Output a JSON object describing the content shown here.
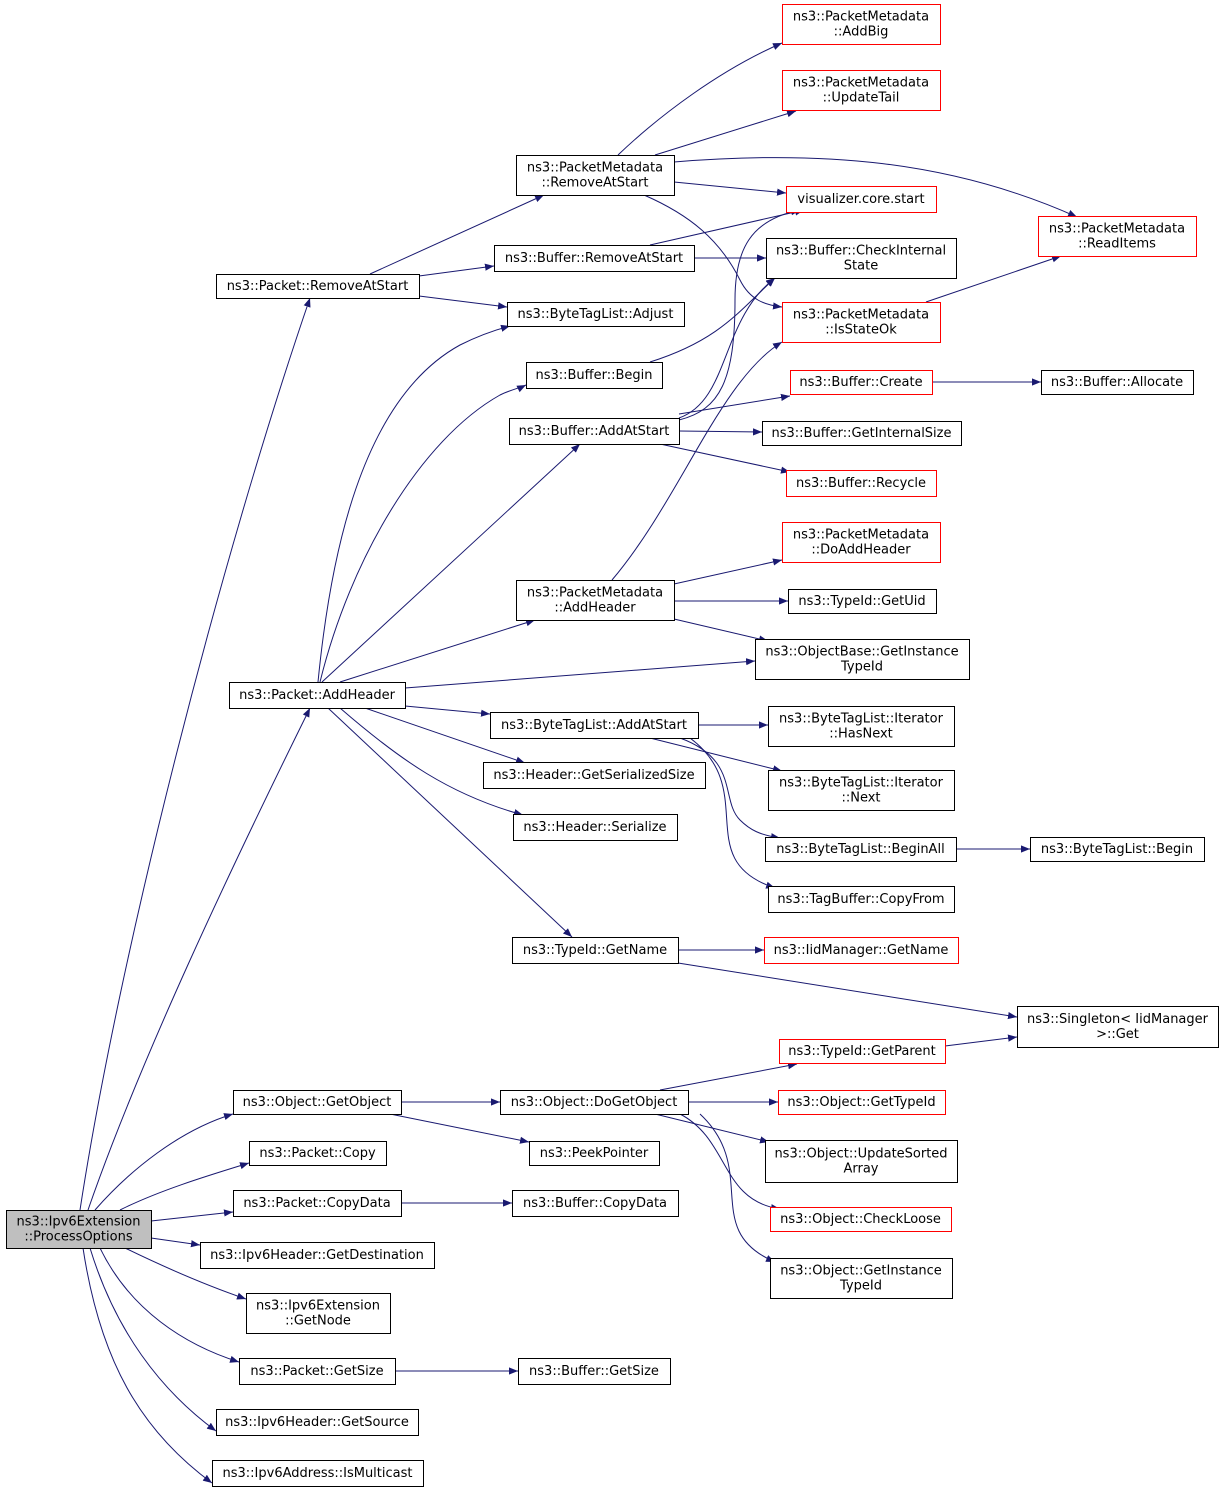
{
  "graph": {
    "edge_color": "#191970",
    "truncated_border_color": "#ff0000",
    "root_fill": "#bfbfbf",
    "nodes": [
      {
        "id": "ProcessOptions",
        "lines": [
          "ns3::Ipv6Extension",
          "::ProcessOptions"
        ],
        "root": true
      },
      {
        "id": "Packet_RemoveAtStart",
        "lines": [
          "ns3::Packet::RemoveAtStart"
        ]
      },
      {
        "id": "PM_RemoveAtStart",
        "lines": [
          "ns3::PacketMetadata",
          "::RemoveAtStart"
        ]
      },
      {
        "id": "PM_AddBig",
        "lines": [
          "ns3::PacketMetadata",
          "::AddBig"
        ],
        "truncated": true
      },
      {
        "id": "PM_UpdateTail",
        "lines": [
          "ns3::PacketMetadata",
          "::UpdateTail"
        ],
        "truncated": true
      },
      {
        "id": "viz_start",
        "lines": [
          "visualizer.core.start"
        ],
        "truncated": true
      },
      {
        "id": "PM_ReadItems",
        "lines": [
          "ns3::PacketMetadata",
          "::ReadItems"
        ],
        "truncated": true
      },
      {
        "id": "Buffer_RemoveAtStart",
        "lines": [
          "ns3::Buffer::RemoveAtStart"
        ]
      },
      {
        "id": "Buffer_CheckInternalState",
        "lines": [
          "ns3::Buffer::CheckInternal",
          "State"
        ]
      },
      {
        "id": "BTL_Adjust",
        "lines": [
          "ns3::ByteTagList::Adjust"
        ]
      },
      {
        "id": "PM_IsStateOk",
        "lines": [
          "ns3::PacketMetadata",
          "::IsStateOk"
        ],
        "truncated": true
      },
      {
        "id": "Buffer_Begin",
        "lines": [
          "ns3::Buffer::Begin"
        ]
      },
      {
        "id": "Buffer_Create",
        "lines": [
          "ns3::Buffer::Create"
        ],
        "truncated": true
      },
      {
        "id": "Buffer_Allocate",
        "lines": [
          "ns3::Buffer::Allocate"
        ]
      },
      {
        "id": "Buffer_AddAtStart",
        "lines": [
          "ns3::Buffer::AddAtStart"
        ]
      },
      {
        "id": "Buffer_GetInternalSize",
        "lines": [
          "ns3::Buffer::GetInternalSize"
        ]
      },
      {
        "id": "Buffer_Recycle",
        "lines": [
          "ns3::Buffer::Recycle"
        ],
        "truncated": true
      },
      {
        "id": "PM_DoAddHeader",
        "lines": [
          "ns3::PacketMetadata",
          "::DoAddHeader"
        ],
        "truncated": true
      },
      {
        "id": "PM_AddHeader",
        "lines": [
          "ns3::PacketMetadata",
          "::AddHeader"
        ]
      },
      {
        "id": "TypeId_GetUid",
        "lines": [
          "ns3::TypeId::GetUid"
        ]
      },
      {
        "id": "OB_GetInstanceTypeId",
        "lines": [
          "ns3::ObjectBase::GetInstance",
          "TypeId"
        ]
      },
      {
        "id": "Packet_AddHeader",
        "lines": [
          "ns3::Packet::AddHeader"
        ]
      },
      {
        "id": "BTL_AddAtStart",
        "lines": [
          "ns3::ByteTagList::AddAtStart"
        ]
      },
      {
        "id": "BTLI_HasNext",
        "lines": [
          "ns3::ByteTagList::Iterator",
          "::HasNext"
        ]
      },
      {
        "id": "Header_GetSerializedSize",
        "lines": [
          "ns3::Header::GetSerializedSize"
        ]
      },
      {
        "id": "BTLI_Next",
        "lines": [
          "ns3::ByteTagList::Iterator",
          "::Next"
        ]
      },
      {
        "id": "Header_Serialize",
        "lines": [
          "ns3::Header::Serialize"
        ]
      },
      {
        "id": "BTL_BeginAll",
        "lines": [
          "ns3::ByteTagList::BeginAll"
        ]
      },
      {
        "id": "BTL_Begin",
        "lines": [
          "ns3::ByteTagList::Begin"
        ]
      },
      {
        "id": "TagBuffer_CopyFrom",
        "lines": [
          "ns3::TagBuffer::CopyFrom"
        ]
      },
      {
        "id": "TypeId_GetName",
        "lines": [
          "ns3::TypeId::GetName"
        ]
      },
      {
        "id": "IidManager_GetName",
        "lines": [
          "ns3::IidManager::GetName"
        ],
        "truncated": true
      },
      {
        "id": "Singleton_Get",
        "lines": [
          "ns3::Singleton< IidManager",
          ">::Get"
        ]
      },
      {
        "id": "TypeId_GetParent",
        "lines": [
          "ns3::TypeId::GetParent"
        ],
        "truncated": true
      },
      {
        "id": "Object_GetObject",
        "lines": [
          "ns3::Object::GetObject"
        ]
      },
      {
        "id": "Object_DoGetObject",
        "lines": [
          "ns3::Object::DoGetObject"
        ]
      },
      {
        "id": "Object_GetTypeId",
        "lines": [
          "ns3::Object::GetTypeId"
        ],
        "truncated": true
      },
      {
        "id": "Packet_Copy",
        "lines": [
          "ns3::Packet::Copy"
        ]
      },
      {
        "id": "PeekPointer",
        "lines": [
          "ns3::PeekPointer"
        ]
      },
      {
        "id": "Object_UpdateSortedArray",
        "lines": [
          "ns3::Object::UpdateSorted",
          "Array"
        ]
      },
      {
        "id": "Packet_CopyData",
        "lines": [
          "ns3::Packet::CopyData"
        ]
      },
      {
        "id": "Buffer_CopyData",
        "lines": [
          "ns3::Buffer::CopyData"
        ]
      },
      {
        "id": "Object_CheckLoose",
        "lines": [
          "ns3::Object::CheckLoose"
        ],
        "truncated": true
      },
      {
        "id": "Ipv6Header_GetDestination",
        "lines": [
          "ns3::Ipv6Header::GetDestination"
        ]
      },
      {
        "id": "Object_GetInstanceTypeId",
        "lines": [
          "ns3::Object::GetInstance",
          "TypeId"
        ]
      },
      {
        "id": "Ipv6Extension_GetNode",
        "lines": [
          "ns3::Ipv6Extension",
          "::GetNode"
        ]
      },
      {
        "id": "Packet_GetSize",
        "lines": [
          "ns3::Packet::GetSize"
        ]
      },
      {
        "id": "Buffer_GetSize",
        "lines": [
          "ns3::Buffer::GetSize"
        ]
      },
      {
        "id": "Ipv6Header_GetSource",
        "lines": [
          "ns3::Ipv6Header::GetSource"
        ]
      },
      {
        "id": "Ipv6Address_IsMulticast",
        "lines": [
          "ns3::Ipv6Address::IsMulticast"
        ]
      }
    ],
    "edges": [
      {
        "from": "ProcessOptions",
        "to": "Packet_RemoveAtStart"
      },
      {
        "from": "ProcessOptions",
        "to": "Packet_AddHeader"
      },
      {
        "from": "ProcessOptions",
        "to": "Object_GetObject"
      },
      {
        "from": "ProcessOptions",
        "to": "Packet_Copy"
      },
      {
        "from": "ProcessOptions",
        "to": "Packet_CopyData"
      },
      {
        "from": "ProcessOptions",
        "to": "Ipv6Header_GetDestination"
      },
      {
        "from": "ProcessOptions",
        "to": "Ipv6Extension_GetNode"
      },
      {
        "from": "ProcessOptions",
        "to": "Packet_GetSize"
      },
      {
        "from": "ProcessOptions",
        "to": "Ipv6Header_GetSource"
      },
      {
        "from": "ProcessOptions",
        "to": "Ipv6Address_IsMulticast"
      },
      {
        "from": "Packet_RemoveAtStart",
        "to": "PM_RemoveAtStart"
      },
      {
        "from": "Packet_RemoveAtStart",
        "to": "Buffer_RemoveAtStart"
      },
      {
        "from": "Packet_RemoveAtStart",
        "to": "BTL_Adjust"
      },
      {
        "from": "PM_RemoveAtStart",
        "to": "PM_AddBig"
      },
      {
        "from": "PM_RemoveAtStart",
        "to": "PM_UpdateTail"
      },
      {
        "from": "PM_RemoveAtStart",
        "to": "viz_start"
      },
      {
        "from": "PM_RemoveAtStart",
        "to": "PM_ReadItems"
      },
      {
        "from": "PM_RemoveAtStart",
        "to": "PM_IsStateOk"
      },
      {
        "from": "Buffer_RemoveAtStart",
        "to": "viz_start"
      },
      {
        "from": "Buffer_RemoveAtStart",
        "to": "Buffer_CheckInternalState"
      },
      {
        "from": "PM_IsStateOk",
        "to": "PM_ReadItems"
      },
      {
        "from": "Buffer_Begin",
        "to": "Buffer_CheckInternalState"
      },
      {
        "from": "Buffer_Create",
        "to": "Buffer_Allocate"
      },
      {
        "from": "Buffer_AddAtStart",
        "to": "viz_start"
      },
      {
        "from": "Buffer_AddAtStart",
        "to": "Buffer_CheckInternalState"
      },
      {
        "from": "Buffer_AddAtStart",
        "to": "Buffer_Create"
      },
      {
        "from": "Buffer_AddAtStart",
        "to": "Buffer_GetInternalSize"
      },
      {
        "from": "Buffer_AddAtStart",
        "to": "Buffer_Recycle"
      },
      {
        "from": "PM_AddHeader",
        "to": "PM_IsStateOk"
      },
      {
        "from": "PM_AddHeader",
        "to": "PM_DoAddHeader"
      },
      {
        "from": "PM_AddHeader",
        "to": "TypeId_GetUid"
      },
      {
        "from": "PM_AddHeader",
        "to": "OB_GetInstanceTypeId"
      },
      {
        "from": "Packet_AddHeader",
        "to": "BTL_Adjust"
      },
      {
        "from": "Packet_AddHeader",
        "to": "Buffer_Begin"
      },
      {
        "from": "Packet_AddHeader",
        "to": "Buffer_AddAtStart"
      },
      {
        "from": "Packet_AddHeader",
        "to": "PM_AddHeader"
      },
      {
        "from": "Packet_AddHeader",
        "to": "OB_GetInstanceTypeId"
      },
      {
        "from": "Packet_AddHeader",
        "to": "BTL_AddAtStart"
      },
      {
        "from": "Packet_AddHeader",
        "to": "Header_GetSerializedSize"
      },
      {
        "from": "Packet_AddHeader",
        "to": "Header_Serialize"
      },
      {
        "from": "Packet_AddHeader",
        "to": "TypeId_GetName"
      },
      {
        "from": "BTL_AddAtStart",
        "to": "BTLI_HasNext"
      },
      {
        "from": "BTL_AddAtStart",
        "to": "BTLI_Next"
      },
      {
        "from": "BTL_AddAtStart",
        "to": "BTL_BeginAll"
      },
      {
        "from": "BTL_AddAtStart",
        "to": "TagBuffer_CopyFrom"
      },
      {
        "from": "BTL_BeginAll",
        "to": "BTL_Begin"
      },
      {
        "from": "TypeId_GetName",
        "to": "IidManager_GetName"
      },
      {
        "from": "TypeId_GetName",
        "to": "Singleton_Get"
      },
      {
        "from": "TypeId_GetParent",
        "to": "Singleton_Get"
      },
      {
        "from": "Object_GetObject",
        "to": "Object_DoGetObject"
      },
      {
        "from": "Object_GetObject",
        "to": "PeekPointer"
      },
      {
        "from": "Object_DoGetObject",
        "to": "TypeId_GetParent"
      },
      {
        "from": "Object_DoGetObject",
        "to": "Object_GetTypeId"
      },
      {
        "from": "Object_DoGetObject",
        "to": "Object_UpdateSortedArray"
      },
      {
        "from": "Object_DoGetObject",
        "to": "Object_CheckLoose"
      },
      {
        "from": "Object_DoGetObject",
        "to": "Object_GetInstanceTypeId"
      },
      {
        "from": "Packet_CopyData",
        "to": "Buffer_CopyData"
      },
      {
        "from": "Packet_GetSize",
        "to": "Buffer_GetSize"
      }
    ]
  }
}
